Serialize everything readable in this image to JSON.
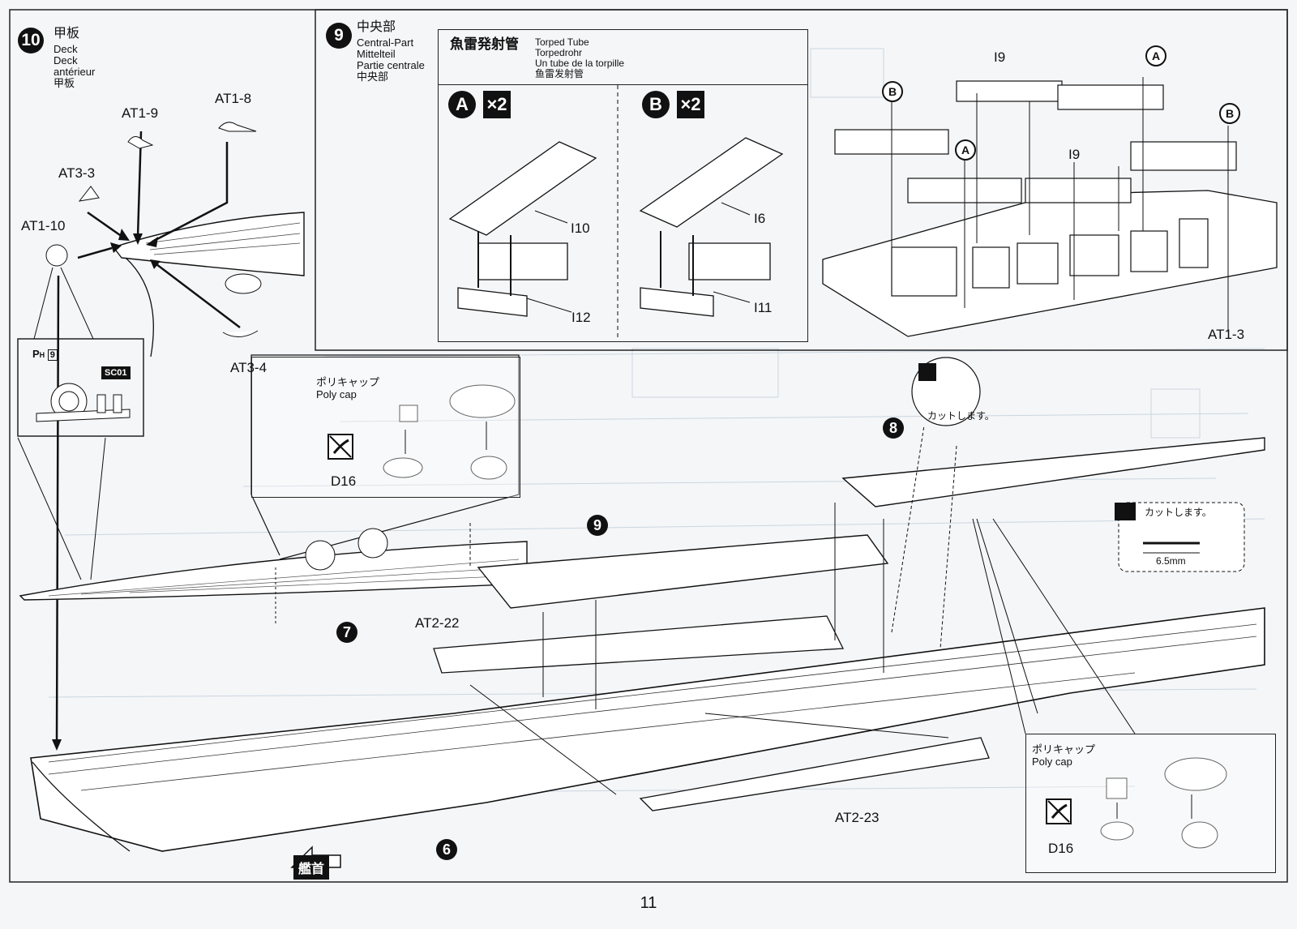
{
  "page_number": "11",
  "steps": {
    "step10": {
      "number": "10",
      "titles": [
        "甲板",
        "Deck",
        "Deck",
        "antérieur",
        "甲板"
      ],
      "parts": {
        "at1_9": "AT1-9",
        "at1_8": "AT1-8",
        "at3_3": "AT3-3",
        "at1_10": "AT1-10",
        "at3_4": "AT3-4"
      },
      "paint": {
        "code_prefix": "H",
        "code_number": "9",
        "sc": "SC01"
      }
    },
    "step9": {
      "number": "9",
      "titles": [
        "中央部",
        "Central-Part",
        "Mittelteil",
        "Partie centrale",
        "中央部"
      ],
      "torpedo": {
        "title_jp": "魚雷発射管",
        "titles": [
          "Torped Tube",
          "Torpedrohr",
          "Un tube de la torpille",
          "鱼雷发射管"
        ]
      },
      "variant_a": {
        "letter": "A",
        "mult": "×2",
        "part1": "I10",
        "part2": "I12"
      },
      "variant_b": {
        "letter": "B",
        "mult": "×2",
        "part1": "I6",
        "part2": "I11"
      },
      "right_parts": {
        "i9_top": "I9",
        "i9_mid": "I9",
        "at1_3": "AT1-3",
        "a": "A",
        "b": "B"
      }
    },
    "step_marks": {
      "s8": "8",
      "s9": "9",
      "s7": "7",
      "s6": "6"
    },
    "polycap_top": {
      "jp": "ポリキャップ",
      "en": "Poly cap",
      "part": "D16"
    },
    "polycap_bottom": {
      "jp": "ポリキャップ",
      "en": "Poly cap",
      "part": "D16"
    },
    "cut_notes": {
      "cut1": "カットします。",
      "cut2": "カットします。",
      "length": "6.5mm"
    },
    "hull_parts": {
      "at2_22": "AT2-22",
      "at2_23": "AT2-23",
      "bow": "艦首"
    }
  }
}
